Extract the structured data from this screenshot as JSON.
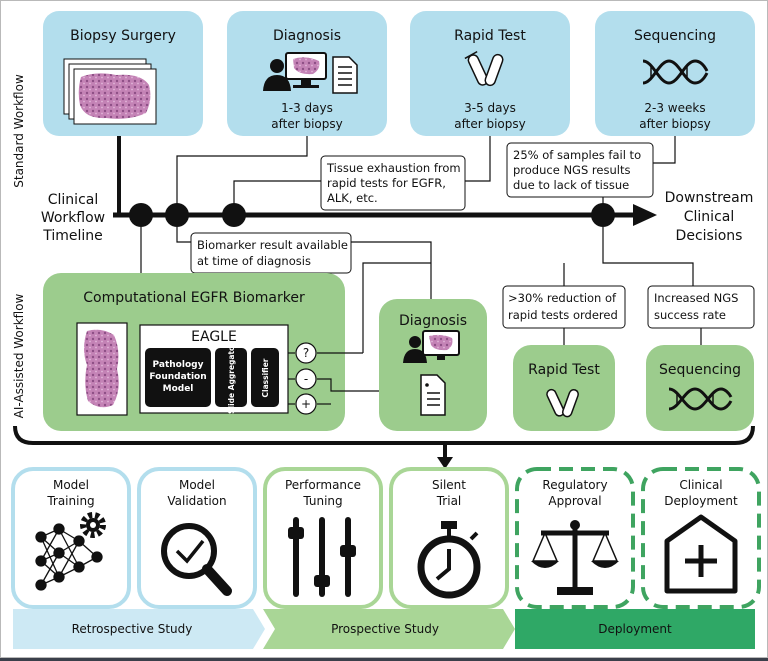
{
  "standard_workflow": {
    "side_label": "Standard Workflow",
    "steps": [
      {
        "title": "Biopsy Surgery",
        "caption_1": "",
        "caption_2": ""
      },
      {
        "title": "Diagnosis",
        "caption_1": "1-3 days",
        "caption_2": "after biopsy"
      },
      {
        "title": "Rapid Test",
        "caption_1": "3-5 days",
        "caption_2": "after biopsy"
      },
      {
        "title": "Sequencing",
        "caption_1": "2-3 weeks",
        "caption_2": "after biopsy"
      }
    ],
    "callouts": [
      {
        "lines": [
          "Tissue exhaustion from",
          "rapid tests for EGFR,",
          "ALK, etc."
        ]
      },
      {
        "lines": [
          "25% of samples fail to",
          "produce NGS results",
          "due to lack of tissue"
        ]
      }
    ]
  },
  "timeline": {
    "label_lines": [
      "Clinical",
      "Workflow",
      "Timeline"
    ],
    "end_label_lines": [
      "Downstream",
      "Clinical",
      "Decisions"
    ]
  },
  "ai_workflow": {
    "side_label": "AI-Assisted Workflow",
    "biomarker_title": "Computational EGFR Biomarker",
    "eagle_title": "EAGLE",
    "model_blocks": {
      "foundation_lines": [
        "Pathology",
        "Foundation",
        "Model"
      ],
      "aggregator": "Slide Aggregator",
      "classifier": "Classifier"
    },
    "outputs": [
      "?",
      "-",
      "+"
    ],
    "callouts": [
      {
        "lines": [
          "Biomarker result available",
          "at time of diagnosis"
        ]
      },
      {
        "lines": [
          ">30% reduction of",
          "rapid tests ordered"
        ]
      },
      {
        "lines": [
          "Increased NGS",
          "success rate"
        ]
      }
    ],
    "steps": [
      {
        "title": "Diagnosis"
      },
      {
        "title": "Rapid Test"
      },
      {
        "title": "Sequencing"
      }
    ]
  },
  "stages": [
    {
      "label_lines": [
        "Model",
        "Training"
      ],
      "icon": "neural-network-icon",
      "border": "solid-blue"
    },
    {
      "label_lines": [
        "Model",
        "Validation"
      ],
      "icon": "magnifier-check-icon",
      "border": "solid-blue"
    },
    {
      "label_lines": [
        "Performance",
        "Tuning"
      ],
      "icon": "sliders-icon",
      "border": "solid-green"
    },
    {
      "label_lines": [
        "Silent",
        "Trial"
      ],
      "icon": "stopwatch-icon",
      "border": "solid-green"
    },
    {
      "label_lines": [
        "Regulatory",
        "Approval"
      ],
      "icon": "scales-icon",
      "border": "dashed-green"
    },
    {
      "label_lines": [
        "Clinical",
        "Deployment"
      ],
      "icon": "hospital-icon",
      "border": "dashed-green"
    }
  ],
  "study_bands": [
    {
      "label": "Retrospective Study"
    },
    {
      "label": "Prospective Study"
    },
    {
      "label": "Deployment"
    }
  ],
  "colors": {
    "standard_fill": "#b3deed",
    "ai_fill": "#9ccc8d",
    "light_blue_band": "#cde9f4",
    "light_green_band": "#a9d696",
    "deployment_band": "#2fa866",
    "dashed_border": "#3fa460",
    "line": "#111111",
    "tissue": "#b66aa6"
  }
}
